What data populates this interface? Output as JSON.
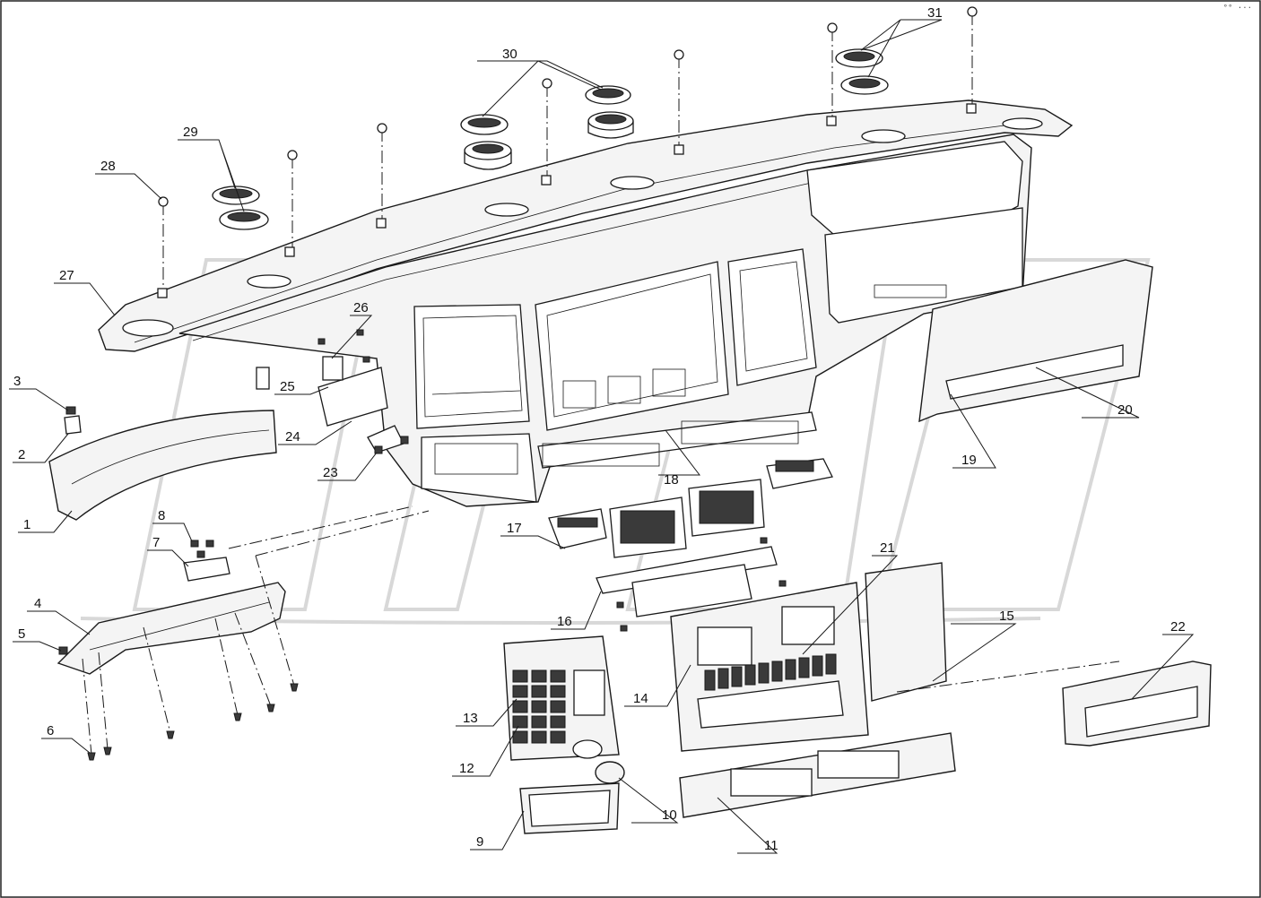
{
  "corner_mark": "°° ···",
  "callouts": [
    {
      "id": "c1",
      "text": "1"
    },
    {
      "id": "c2",
      "text": "2"
    },
    {
      "id": "c3",
      "text": "3"
    },
    {
      "id": "c4",
      "text": "4"
    },
    {
      "id": "c5",
      "text": "5"
    },
    {
      "id": "c6",
      "text": "6"
    },
    {
      "id": "c7",
      "text": "7"
    },
    {
      "id": "c8",
      "text": "8"
    },
    {
      "id": "c9",
      "text": "9"
    },
    {
      "id": "c10",
      "text": "10"
    },
    {
      "id": "c11",
      "text": "11"
    },
    {
      "id": "c12",
      "text": "12"
    },
    {
      "id": "c13",
      "text": "13"
    },
    {
      "id": "c14",
      "text": "14"
    },
    {
      "id": "c15",
      "text": "15"
    },
    {
      "id": "c16",
      "text": "16"
    },
    {
      "id": "c17",
      "text": "17"
    },
    {
      "id": "c18",
      "text": "18"
    },
    {
      "id": "c19",
      "text": "19"
    },
    {
      "id": "c20",
      "text": "20"
    },
    {
      "id": "c21",
      "text": "21"
    },
    {
      "id": "c22",
      "text": "22"
    },
    {
      "id": "c23",
      "text": "23"
    },
    {
      "id": "c24",
      "text": "24"
    },
    {
      "id": "c25",
      "text": "25"
    },
    {
      "id": "c26",
      "text": "26"
    },
    {
      "id": "c27",
      "text": "27"
    },
    {
      "id": "c28",
      "text": "28"
    },
    {
      "id": "c29",
      "text": "29"
    },
    {
      "id": "c30",
      "text": "30"
    },
    {
      "id": "c31",
      "text": "31"
    }
  ]
}
